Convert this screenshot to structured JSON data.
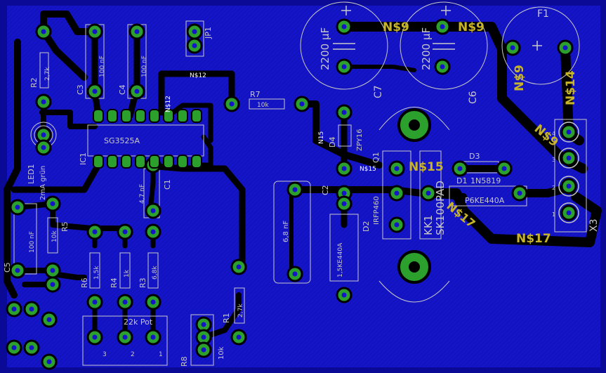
{
  "colors": {
    "board": "#0a0a96",
    "pour": "#1414c8",
    "trace": "#000000",
    "pad": "#2ca02c",
    "silk": "#c8c8c8",
    "net_label": "#c8b428",
    "name_label": "#ffffff"
  },
  "nets": {
    "n9a": "N$9",
    "n9b": "N$9",
    "n9c": "N$9",
    "n9d": "N$9",
    "n14": "N$14",
    "n15a": "N$15",
    "n15b": "N$15",
    "n15c": "N15",
    "n17a": "N$17",
    "n17b": "N$17",
    "n12a": "N$12",
    "n12b": "N$12"
  },
  "parts": {
    "r2": {
      "name": "R2",
      "value": "2,7k"
    },
    "r5": {
      "name": "R5",
      "value": "10k"
    },
    "r6": {
      "name": "R6",
      "value": "1,5k"
    },
    "r4": {
      "name": "R4",
      "value": "1k"
    },
    "r3": {
      "name": "R3",
      "value": "6,8k"
    },
    "r7": {
      "name": "R7",
      "value": "10k"
    },
    "r1": {
      "name": "R1",
      "value": "2,7k"
    },
    "r8": {
      "name": "R8",
      "value": "10k"
    },
    "c3": {
      "name": "C3",
      "value": "100 nF"
    },
    "c4": {
      "name": "C4",
      "value": "100 nF"
    },
    "c1": {
      "name": "C1",
      "value": "4,7 nF"
    },
    "c5": {
      "name": "C5",
      "value": "100 nF"
    },
    "c2": {
      "name": "C2",
      "value": "6,8 nF"
    },
    "c7": {
      "name": "C7",
      "value": "2200 µF"
    },
    "c6": {
      "name": "C6",
      "value": "2200 µF"
    },
    "ic1": {
      "name": "IC1",
      "value": "SG3525A"
    },
    "jp1": {
      "name": "JP1"
    },
    "led1": {
      "name": "LED1",
      "value": "2mA grün"
    },
    "d4": {
      "name": "D4",
      "value": "ZPY16"
    },
    "d2": {
      "name": "D2",
      "value": "1,5KE440A"
    },
    "d3": {
      "name": "D3"
    },
    "d1": {
      "name": "D1",
      "value": "1N5819"
    },
    "p6ke": {
      "value": "P6KE440A"
    },
    "q1": {
      "name": "Q1",
      "value": "IRFP460"
    },
    "kk1": {
      "name": "KK1",
      "value": "SK100PAD"
    },
    "f1": {
      "name": "F1"
    },
    "x3": {
      "name": "X3"
    },
    "pot": {
      "value": "22k Pot",
      "pin1": "1",
      "pin2": "2",
      "pin3": "3"
    },
    "x3pins": [
      "1",
      "2",
      "3",
      "4"
    ]
  }
}
